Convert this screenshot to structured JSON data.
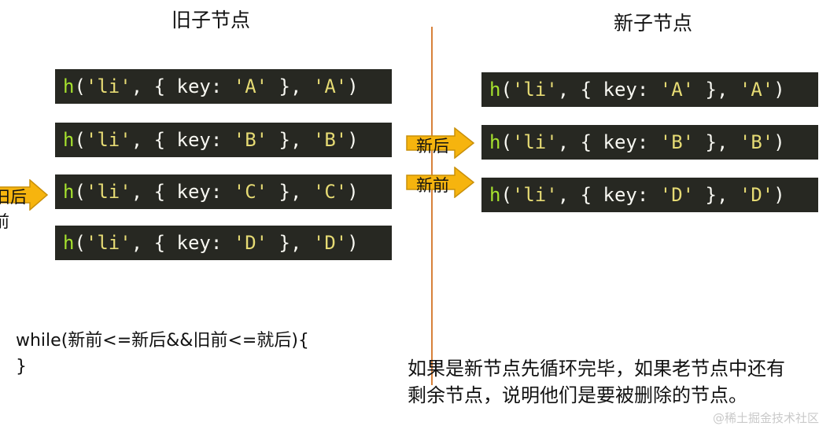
{
  "old_children": {
    "title": "旧子节点",
    "nodes": [
      {
        "fn": "h",
        "tag": "'li'",
        "key": "'A'",
        "text": "'A'"
      },
      {
        "fn": "h",
        "tag": "'li'",
        "key": "'B'",
        "text": "'B'"
      },
      {
        "fn": "h",
        "tag": "'li'",
        "key": "'C'",
        "text": "'C'"
      },
      {
        "fn": "h",
        "tag": "'li'",
        "key": "'D'",
        "text": "'D'"
      }
    ]
  },
  "new_children": {
    "title": "新子节点",
    "nodes": [
      {
        "fn": "h",
        "tag": "'li'",
        "key": "'A'",
        "text": "'A'"
      },
      {
        "fn": "h",
        "tag": "'li'",
        "key": "'B'",
        "text": "'B'"
      },
      {
        "fn": "h",
        "tag": "'li'",
        "key": "'D'",
        "text": "'D'"
      }
    ]
  },
  "pointers": {
    "old_end": "旧后",
    "old_start_partial": "前",
    "new_end": "新后",
    "new_start": "新前"
  },
  "code": {
    "line1": "while(新前<=新后&&旧前<=就后){",
    "line2": "}"
  },
  "note": "如果是新节点先循环完毕，如果老节点中还有剩余节点，说明他们是要被删除的节点。",
  "watermark": "@稀土掘金技术社区",
  "colors": {
    "code_bg": "#272822",
    "function": "#a6e22e",
    "string": "#e6db74",
    "plain": "#f8f8f2",
    "pointer_fill": "#f6b40e",
    "pointer_stroke": "#c9900a",
    "divider": "#d8813a"
  }
}
